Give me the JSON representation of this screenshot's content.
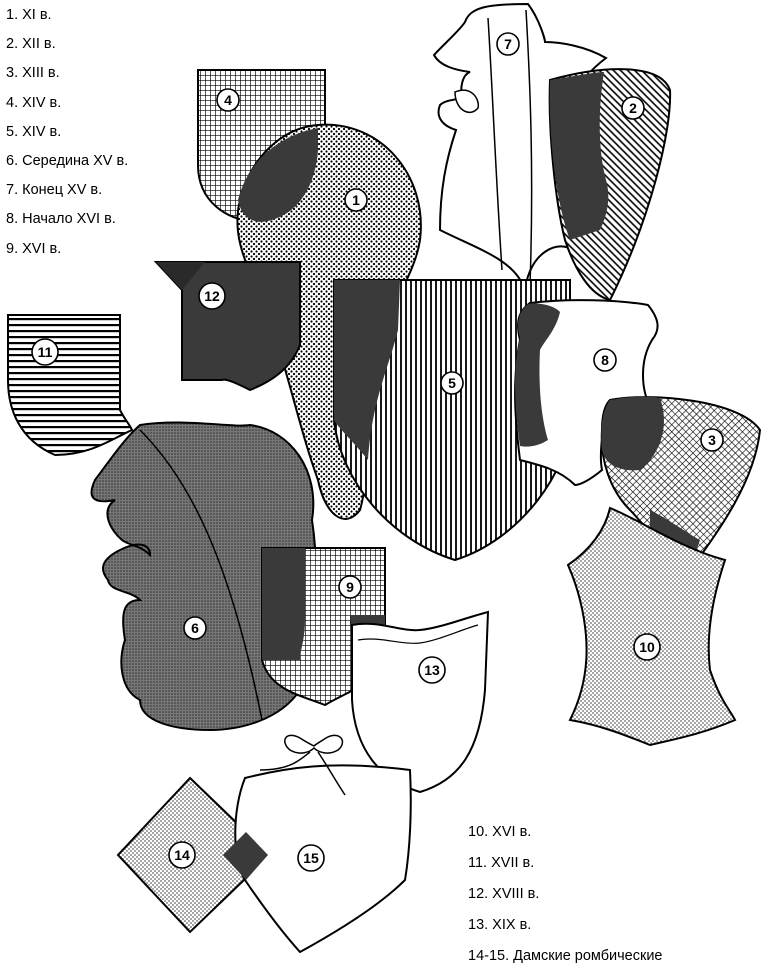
{
  "legend_top": [
    "1. XI в.",
    "2. XII в.",
    "3. XIII в.",
    "4. XIV в.",
    "5. XIV в.",
    "6. Середина XV в.",
    "7. Конец XV в.",
    "8. Начало XVI в.",
    "9. XVI в."
  ],
  "legend_bottom": [
    "10. XVI в.",
    "11. XVII в.",
    "12. XVIII в.",
    "13. XIX в.",
    "14-15. Дамские ромбические"
  ],
  "shield_numbers": [
    "1",
    "2",
    "3",
    "4",
    "5",
    "6",
    "7",
    "8",
    "9",
    "10",
    "11",
    "12",
    "13",
    "14",
    "15"
  ],
  "colors": {
    "ink": "#000000",
    "overlap": "#3a3a3a",
    "paper": "#ffffff"
  }
}
